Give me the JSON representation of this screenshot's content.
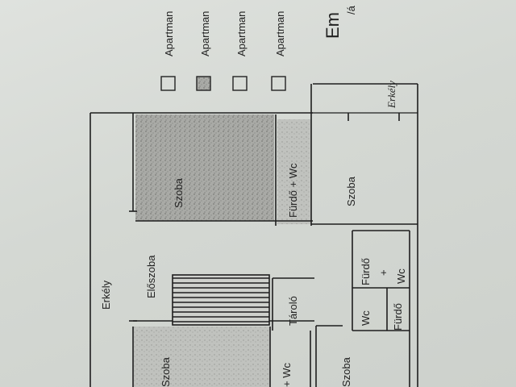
{
  "heading": {
    "title": "Em",
    "subtitle": "/á"
  },
  "legend": [
    {
      "label": "Apartman",
      "shaded": false
    },
    {
      "label": "Apartman",
      "shaded": true
    },
    {
      "label": "Apartman",
      "shaded": false
    },
    {
      "label": "Apartman",
      "shaded": false
    }
  ],
  "rooms": {
    "erkely_top": "Erkély",
    "erkely_left": "Erkély",
    "eloszoba": "Előszoba",
    "szoba_shaded": "Szoba",
    "furdo_wc_top": "Fürdő + Wc",
    "szoba_right": "Szoba",
    "furdo_plus_wc": {
      "line1": "Fürdő",
      "plus": "+",
      "line2": "Wc"
    },
    "wc": "Wc",
    "furdo_small": "Fürdő",
    "tarolo": "Tároló",
    "szoba_bottom": "Szoba",
    "furdo_wc_bottom": "+ Wc",
    "szoba_bottom_right": "Szoba"
  },
  "colors": {
    "wall": "#1e1e1e",
    "hatch": "#8a8a8a",
    "paper": "#d9dcd8"
  }
}
